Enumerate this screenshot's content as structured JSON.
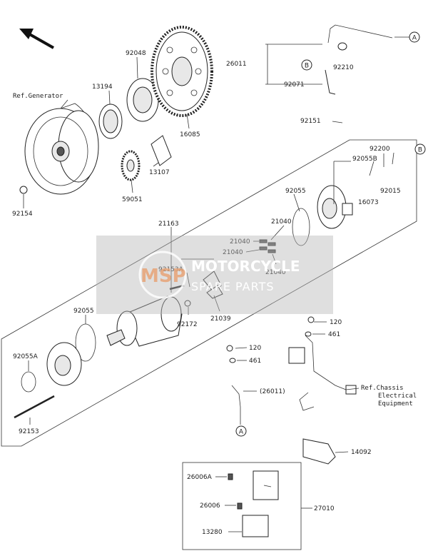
{
  "watermark": {
    "badge": "MSP",
    "line1": "MOTORCYCLE",
    "line2": "SPARE PARTS"
  },
  "labels": {
    "ref_generator": "Ref.Generator",
    "p92048": "92048",
    "p13194": "13194",
    "p16085": "16085",
    "p13107": "13107",
    "p59051": "59051",
    "p92154": "92154",
    "p26011": "26011",
    "p92210": "92210",
    "p92071": "92071",
    "p92151": "92151",
    "p92200": "92200",
    "p92055B": "92055B",
    "p16073": "16073",
    "p92015": "92015",
    "p92055_top": "92055",
    "p21163": "21163",
    "p21040_a": "21040",
    "p21040_b": "21040",
    "p21040_c": "21040",
    "p21040_d": "21040",
    "p92153A": "92153A",
    "p92172": "92172",
    "p21039": "21039",
    "p92055_left": "92055",
    "p92055A": "92055A",
    "p92153": "92153",
    "p120_a": "120",
    "p461_a": "461",
    "p120_b": "120",
    "p461_b": "461",
    "p26011_paren": "(26011)",
    "ref_chassis_1": "Ref.Chassis",
    "ref_chassis_2": "Electrical",
    "ref_chassis_3": "Equipment",
    "p14092": "14092",
    "p26006A": "26006A",
    "p26006": "26006",
    "p27010": "27010",
    "p13280": "13280",
    "callout_a": "A",
    "callout_b": "B"
  }
}
